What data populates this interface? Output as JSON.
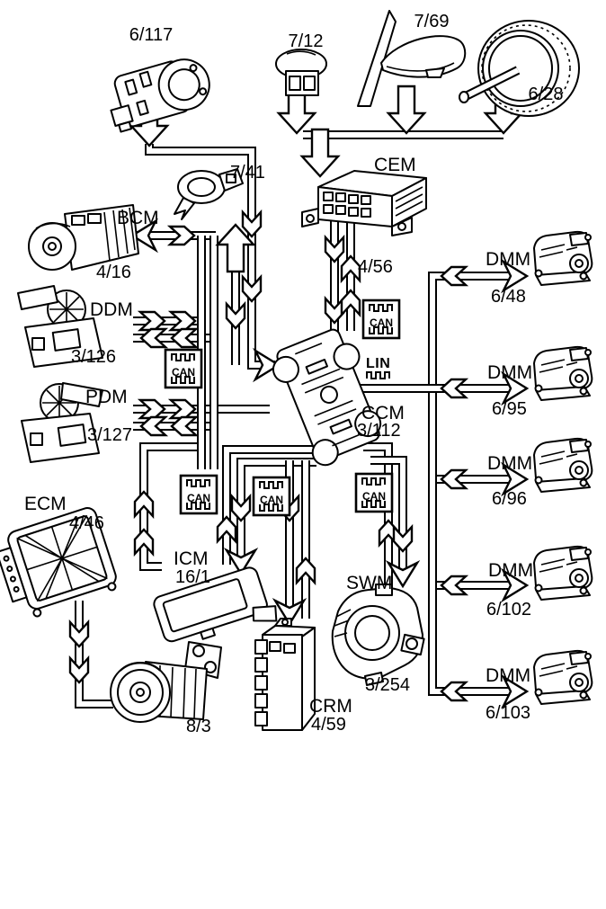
{
  "diagram": {
    "title": "climate-control-module-network",
    "colors": {
      "line": "#000000",
      "background": "#ffffff"
    },
    "bus_symbols": {
      "can": "CAN",
      "lin": "LIN"
    },
    "modules": {
      "ignition_switch": {
        "code": "6/117"
      },
      "sensor_7_12": {
        "code": "7/12"
      },
      "door_mirror": {
        "code": "7/69"
      },
      "blower_fan": {
        "code": "6/28"
      },
      "immobilizer_ring": {
        "code": "7/41"
      },
      "cem": {
        "label": "CEM",
        "code": "4/56"
      },
      "bcm": {
        "label": "BCM",
        "code": "4/16"
      },
      "ddm": {
        "label": "DDM",
        "code": "3/126"
      },
      "pdm": {
        "label": "PDM",
        "code": "3/127"
      },
      "ccm": {
        "label": "CCM",
        "code": "3/112"
      },
      "ecm": {
        "label": "ECM",
        "code": "4/46"
      },
      "icm": {
        "label": "ICM",
        "code": "16/1"
      },
      "crm": {
        "label": "CRM",
        "code": "4/59"
      },
      "swm": {
        "label": "SWM",
        "code": "3/254"
      },
      "ac_compressor": {
        "code": "8/3"
      },
      "dmm1": {
        "label": "DMM",
        "code": "6/48"
      },
      "dmm2": {
        "label": "DMM",
        "code": "6/95"
      },
      "dmm3": {
        "label": "DMM",
        "code": "6/96"
      },
      "dmm4": {
        "label": "DMM",
        "code": "6/102"
      },
      "dmm5": {
        "label": "DMM",
        "code": "6/103"
      }
    }
  }
}
